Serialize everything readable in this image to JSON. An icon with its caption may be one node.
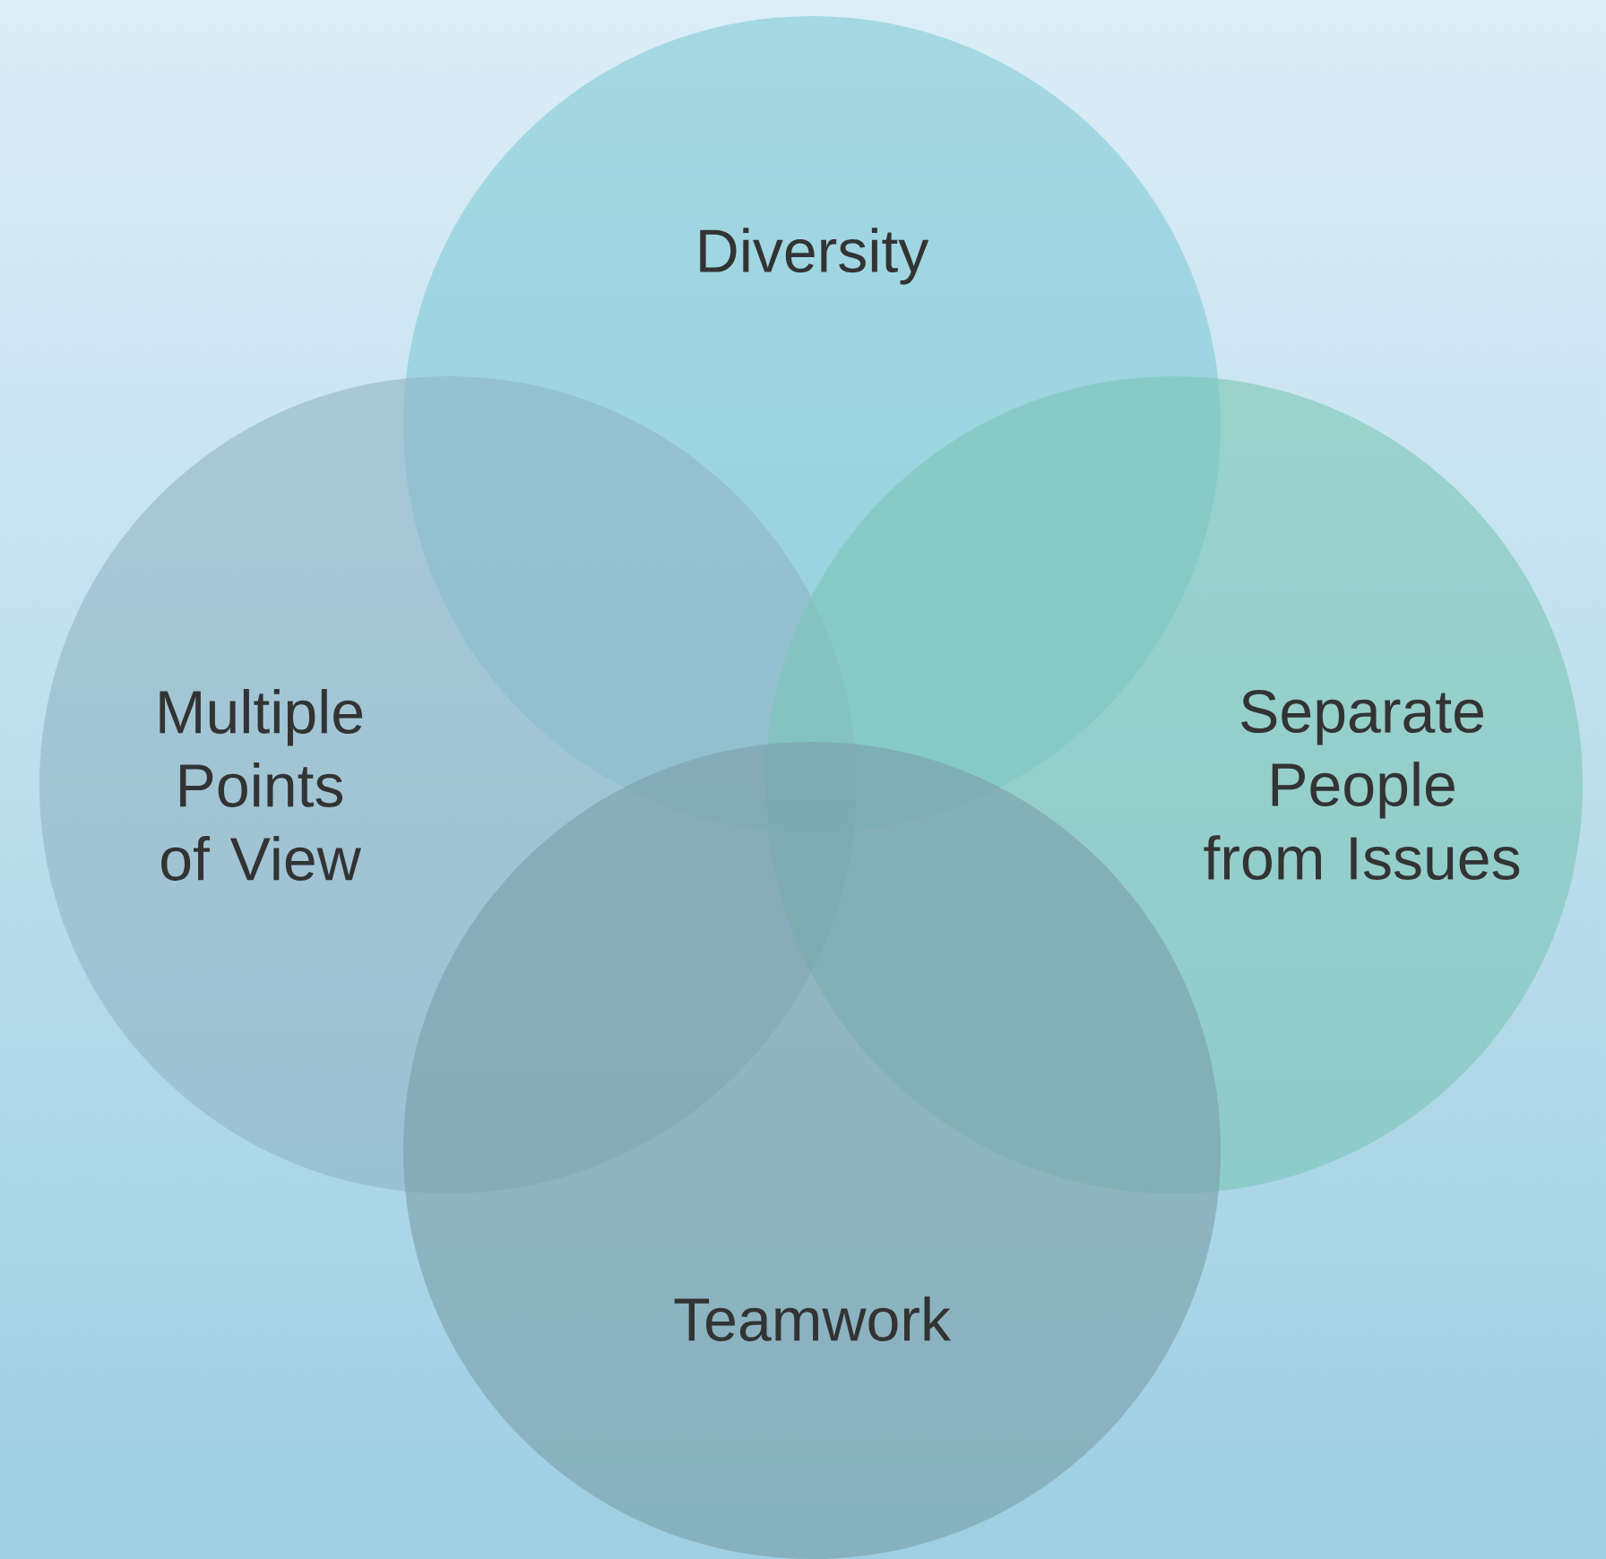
{
  "diagram": {
    "nodes": [
      {
        "text": [
          "Diversity"
        ]
      },
      {
        "text": [
          "Multiple Points of View"
        ]
      },
      {
        "text": [
          "Separate People from Issues"
        ]
      },
      {
        "text": [
          "Teamwork"
        ]
      }
    ]
  }
}
